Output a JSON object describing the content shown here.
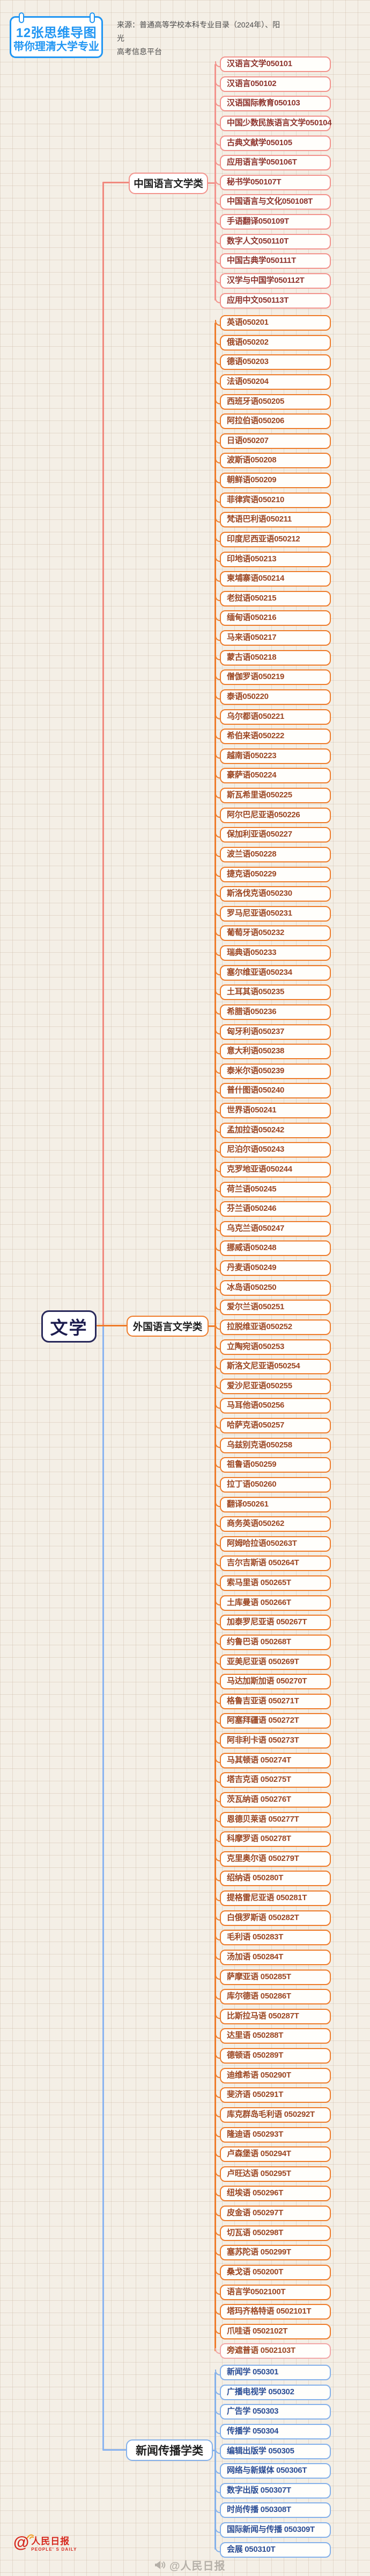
{
  "header": {
    "badge_line1": "12张思维导图",
    "badge_line2": "带你理清大学专业",
    "source_line1": "来源：普通高等学校本科专业目录（2024年）、阳光",
    "source_line2": "高考信息平台"
  },
  "root": {
    "label": "文学"
  },
  "colors": {
    "badge_blue": "#2196f3",
    "root_border": "#28285a",
    "branch1_border": "#f2938c",
    "branch1_text": "#8e332c",
    "branch2_border": "#ee7c2b",
    "branch2_text": "#9c4622",
    "branch3_border": "#85b1ea",
    "bran3_text": "#2a4d96",
    "logo_red": "#d6281e",
    "watermark_gray": "#b5b0a8"
  },
  "branches": [
    {
      "label": "中国语言文学类",
      "border": "#f2938c",
      "text_color": "#8e332c",
      "items": [
        "汉语言文学050101",
        "汉语言050102",
        "汉语国际教育050103",
        "中国少数民族语言文学050104",
        "古典文献学050105",
        "应用语言学050106T",
        "秘书学050107T",
        "中国语言与文化050108T",
        "手语翻译050109T",
        "数字人文050110T",
        "中国古典学050111T",
        "汉学与中国学050112T",
        "应用中文050113T"
      ],
      "overrides": []
    },
    {
      "label": "外国语言文学类",
      "border": "#ee7c2b",
      "text_color": "#9c4622",
      "items": [
        "英语050201",
        "俄语050202",
        "德语050203",
        "法语050204",
        "西班牙语050205",
        "阿拉伯语050206",
        "日语050207",
        "波斯语050208",
        "朝鲜语050209",
        "菲律宾语050210",
        "梵语巴利语050211",
        "印度尼西亚语050212",
        "印地语050213",
        "柬埔寨语050214",
        "老挝语050215",
        "缅甸语050216",
        "马来语050217",
        "蒙古语050218",
        "僧伽罗语050219",
        "泰语050220",
        "乌尔都语050221",
        "希伯来语050222",
        "越南语050223",
        "豪萨语050224",
        "斯瓦希里语050225",
        "阿尔巴尼亚语050226",
        "保加利亚语050227",
        "波兰语050228",
        "捷克语050229",
        "斯洛伐克语050230",
        "罗马尼亚语050231",
        "葡萄牙语050232",
        "瑞典语050233",
        "塞尔维亚语050234",
        "土耳其语050235",
        "希腊语050236",
        "匈牙利语050237",
        "意大利语050238",
        "泰米尔语050239",
        "普什图语050240",
        "世界语050241",
        "孟加拉语050242",
        "尼泊尔语050243",
        "克罗地亚语050244",
        "荷兰语050245",
        "芬兰语050246",
        "乌克兰语050247",
        "挪威语050248",
        "丹麦语050249",
        "冰岛语050250",
        "爱尔兰语050251",
        "拉脱维亚语050252",
        "立陶宛语050253",
        "斯洛文尼亚语050254",
        "爱沙尼亚语050255",
        "马耳他语050256",
        "哈萨克语050257",
        "乌兹别克语050258",
        "祖鲁语050259",
        "拉丁语050260",
        "翻译050261",
        "商务英语050262",
        "阿姆哈拉语050263T",
        "吉尔吉斯语 050264T",
        "索马里语 050265T",
        "土库曼语 050266T",
        "加泰罗尼亚语 050267T",
        "约鲁巴语 050268T",
        "亚美尼亚语 050269T",
        "马达加斯加语 050270T",
        "格鲁吉亚语 050271T",
        "阿塞拜疆语 050272T",
        "阿非利卡语 050273T",
        "马其顿语 050274T",
        "塔吉克语 050275T",
        "茨瓦纳语 050276T",
        "恩德贝莱语 050277T",
        "科摩罗语 050278T",
        "克里奥尔语 050279T",
        "绍纳语 050280T",
        "提格雷尼亚语 050281T",
        "白俄罗斯语 050282T",
        "毛利语 050283T",
        "汤加语 050284T",
        "萨摩亚语 050285T",
        "库尔德语 050286T",
        "比斯拉马语 050287T",
        "达里语 050288T",
        "德顿语 050289T",
        "迪维希语 050290T",
        "斐济语 050291T",
        "库克群岛毛利语 050292T",
        "隆迪语 050293T",
        "卢森堡语 050294T",
        "卢旺达语 050295T",
        "纽埃语 050296T",
        "皮金语 050297T",
        "切瓦语 050298T",
        "塞苏陀语 050299T",
        "桑戈语 050200T",
        "语言学0502100T",
        "塔玛齐格特语 0502101T",
        "爪哇语 0502102T",
        "旁遮普语 0502103T"
      ],
      "overrides": [
        {
          "index": 103,
          "border": "#f2a7a7"
        }
      ]
    },
    {
      "label": "新闻传播学类",
      "border": "#85b1ea",
      "text_color": "#2a4d96",
      "items": [
        "新闻学 050301",
        "广播电视学 050302",
        "广告学 050303",
        "传播学 050304",
        "编辑出版学 050305",
        "网络与新媒体 050306T",
        "数字出版 050307T",
        "时尚传播 050308T",
        "国际新闻与传播 050309T",
        "会展 050310T"
      ],
      "overrides": []
    }
  ],
  "footer": {
    "logo_at": "@",
    "logo_text": "人民日报",
    "logo_sub": "PEOPLE' S DAILY",
    "watermark": "@人民日报"
  }
}
